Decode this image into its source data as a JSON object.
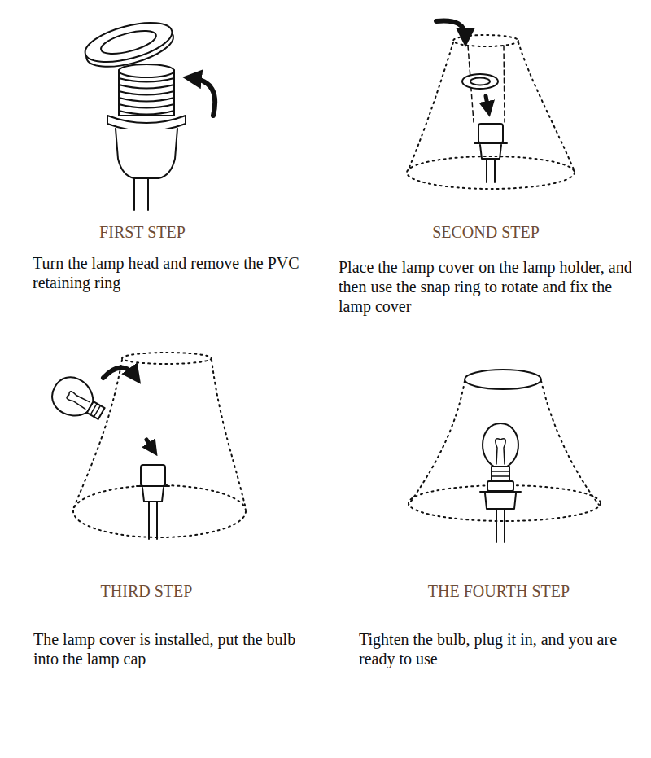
{
  "diagram": {
    "labels": [
      "FIRST STEP",
      "Turn the lamp head and remove the PVC retaining ring",
      "SECOND STEP",
      "Place the lamp cover on the lamp holder, and then use the snap ring to rotate and fix the lamp cover",
      "THIRD STEP",
      "The lamp cover is installed, put the bulb into the lamp cap",
      "THE FOURTH STEP",
      "Tighten the bulb, plug it in, and you are ready to use"
    ]
  }
}
